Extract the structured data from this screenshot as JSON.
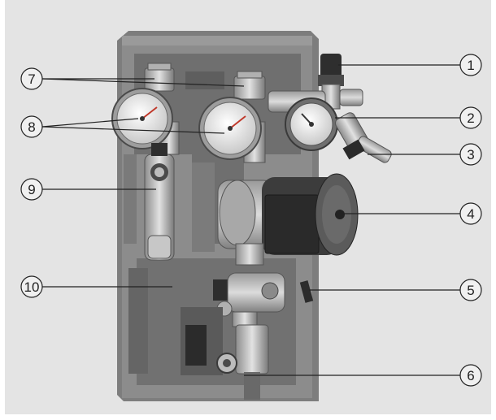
{
  "callouts": {
    "c1": "1",
    "c2": "2",
    "c3": "3",
    "c4": "4",
    "c5": "5",
    "c6": "6",
    "c7": "7",
    "c8": "8",
    "c9": "9",
    "c10": "10"
  },
  "colors": {
    "background": "#e4e4e4",
    "insulation": "#8a8a8a",
    "metal": "#b9b9b9",
    "dark": "#3a3a3a",
    "callout_line": "#222222"
  }
}
